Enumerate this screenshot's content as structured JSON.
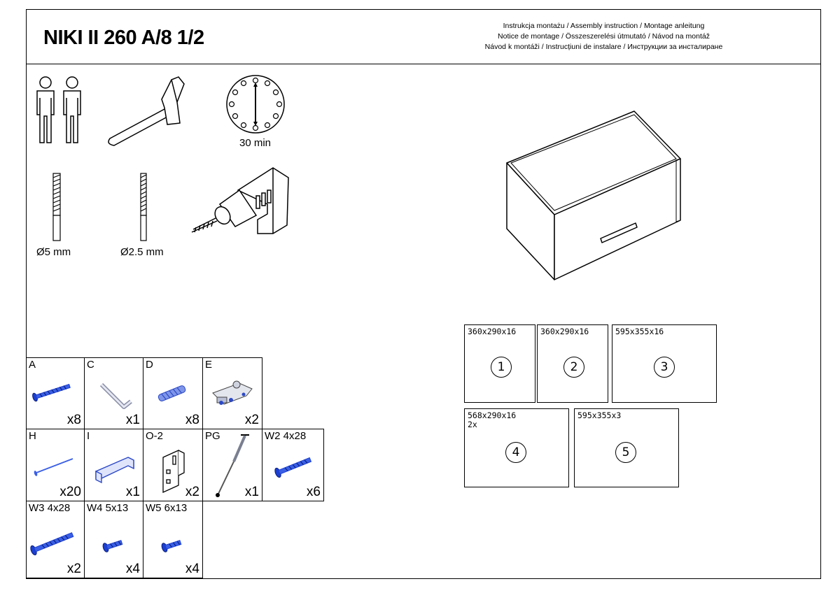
{
  "header": {
    "title": "NIKI II 260 A/8 1/2",
    "instructions": [
      "Instrukcja montażu / Assembly instruction / Montage anleitung",
      "Notice de montage / Összeszerelési útmutató / Návod na montáž",
      "Návod k montáži / Instrucțiuni de instalare / Инструкции за инсталиране"
    ]
  },
  "tools": {
    "time_label": "30 min",
    "drill_bit_1": "Ø5 mm",
    "drill_bit_2": "Ø2.5 mm"
  },
  "panels": [
    {
      "dim": "360x290x16",
      "num": "1"
    },
    {
      "dim": "360x290x16",
      "num": "2"
    },
    {
      "dim": "595x355x16",
      "num": "3"
    },
    {
      "dim": "568x290x16\n2x",
      "num": "4"
    },
    {
      "dim": "595x355x3",
      "num": "5"
    }
  ],
  "hardware": [
    {
      "code": "A",
      "qty": "x8",
      "icon": "screw-icon"
    },
    {
      "code": "C",
      "qty": "x1",
      "icon": "allen-key-icon"
    },
    {
      "code": "D",
      "qty": "x8",
      "icon": "dowel-icon"
    },
    {
      "code": "E",
      "qty": "x2",
      "icon": "hinge-icon"
    },
    {
      "code": "H",
      "qty": "x20",
      "icon": "nail-icon"
    },
    {
      "code": "I",
      "qty": "x1",
      "icon": "handle-icon"
    },
    {
      "code": "O-2",
      "qty": "x2",
      "icon": "bracket-icon"
    },
    {
      "code": "PG",
      "qty": "x1",
      "icon": "gas-strut-icon"
    },
    {
      "code": "W2   4x28",
      "qty": "x6",
      "icon": "screw-icon"
    },
    {
      "code": "W3   4x28",
      "qty": "x2",
      "icon": "screw-icon"
    },
    {
      "code": "W4   5x13",
      "qty": "x4",
      "icon": "short-screw-icon"
    },
    {
      "code": "W5   6x13",
      "qty": "x4",
      "icon": "short-screw-icon"
    }
  ]
}
